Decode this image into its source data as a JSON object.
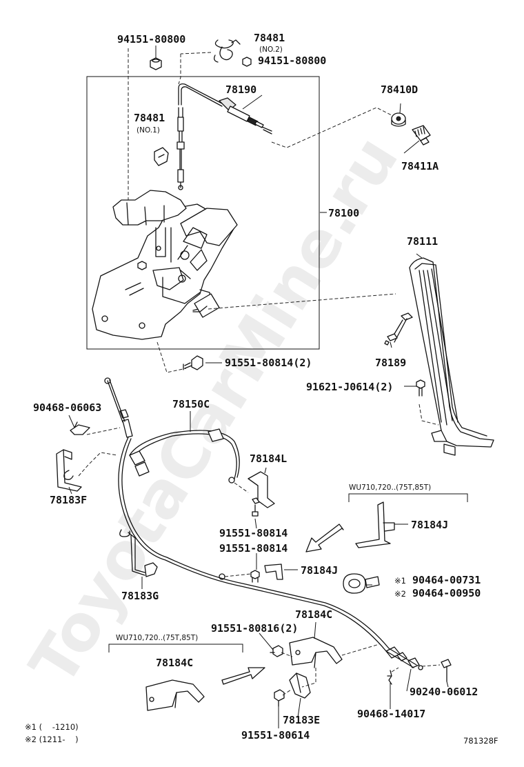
{
  "watermark": "ToyotaCarMine.ru",
  "labels": {
    "p94151_a": "94151-80800",
    "p78481_no2": "78481",
    "no2": "(NO.2)",
    "p94151_b": "94151-80800",
    "p78190": "78190",
    "p78410d": "78410D",
    "p78481_no1": "78481",
    "no1": "(NO.1)",
    "p78411a": "78411A",
    "p78100": "78100",
    "p78111": "78111",
    "p78189": "78189",
    "p91551_80814_2": "91551-80814(2)",
    "p91621": "91621-J0614(2)",
    "p90468_06063": "90468-06063",
    "p78150c": "78150C",
    "p78184l": "78184L",
    "p78183f": "78183F",
    "wu_a": "WU710,720..(75T,85T)",
    "p78184j_a": "78184J",
    "p91551_80814_a": "91551-80814",
    "p91551_80814_b": "91551-80814",
    "p78184j_b": "78184J",
    "p90464_00731": "90464-00731",
    "p90464_00950": "90464-00950",
    "mark1": "※1",
    "mark2": "※2",
    "p78183g": "78183G",
    "p78184c_a": "78184C",
    "p91551_80816": "91551-80816(2)",
    "wu_b": "WU710,720..(75T,85T)",
    "p78184c_b": "78184C",
    "p90240": "90240-06012",
    "p90468_14017": "90468-14017",
    "p78183e": "78183E",
    "p91551_80614": "91551-80614"
  },
  "notes": {
    "n1": "※1 (    -1210)",
    "n2": "※2 (1211-    )",
    "drawing_id": "781328F"
  }
}
